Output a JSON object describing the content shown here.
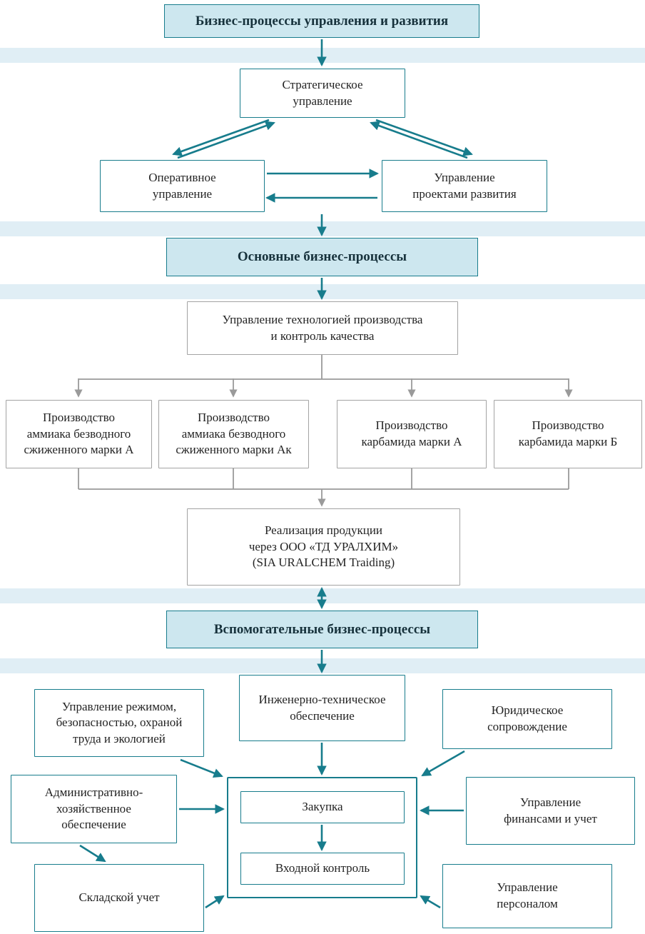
{
  "colors": {
    "teal": "#177c8c",
    "header_fill": "#cde7ef",
    "section_band": "#e0eef5",
    "gray_border": "#a3a3a3",
    "gray_arrow": "#9a9a9a",
    "box_fill": "#ffffff",
    "text": "#232323"
  },
  "diagram": {
    "management": {
      "header": "Бизнес-процессы управления и развития",
      "strategic": [
        "Стратегическое",
        "управление"
      ],
      "operational": [
        "Оперативное",
        "управление"
      ],
      "projects": [
        "Управление",
        "проектами развития"
      ]
    },
    "core": {
      "header": "Основные бизнес-процессы",
      "technology": [
        "Управление технологией производства",
        "и контроль качества"
      ],
      "production": [
        [
          "Производство",
          "аммиака безводного",
          "сжиженного марки А"
        ],
        [
          "Производство",
          "аммиака безводного",
          "сжиженного марки Ак"
        ],
        [
          "Производство",
          "карбамида марки А"
        ],
        [
          "Производство",
          "карбамида марки Б"
        ]
      ],
      "sales": [
        "Реализация продукции",
        "через ООО «ТД УРАЛХИМ»",
        "(SIA URALCHEM Traiding)"
      ]
    },
    "support": {
      "header": "Вспомогательные бизнес-процессы",
      "engineering": [
        "Инженерно-техническое",
        "обеспечение"
      ],
      "safety": [
        "Управление режимом,",
        "безопасностью, охраной",
        "труда и экологией"
      ],
      "legal": [
        "Юридическое",
        "сопровождение"
      ],
      "admin": [
        "Административно-",
        "хозяйственное",
        "обеспечение"
      ],
      "finance": [
        "Управление",
        "финансами и учет"
      ],
      "warehouse": [
        "Складской учет"
      ],
      "personnel": [
        "Управление",
        "персоналом"
      ],
      "procurement": [
        "Закупка"
      ],
      "incoming_control": [
        "Входной контроль"
      ]
    }
  }
}
